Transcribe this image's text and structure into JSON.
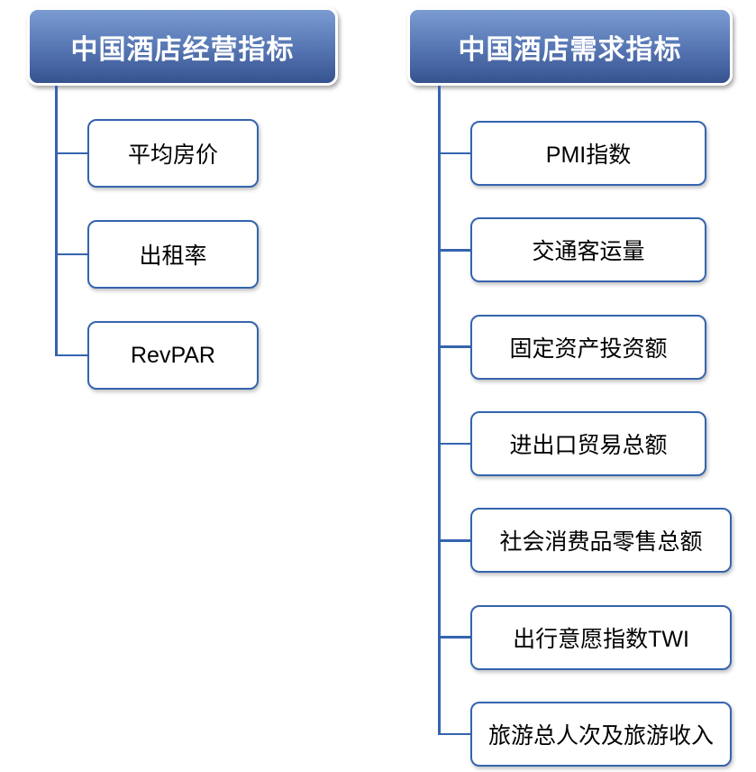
{
  "colors": {
    "page-bg": "#FFFFFF",
    "grad-top": "#7B9BD2",
    "grad-mid": "#5878B5",
    "grad-bottom": "#365390",
    "header-text": "#FFFFFF",
    "line": "#3564AE",
    "node-bg": "#FFFFFF",
    "node-text": "#000000"
  },
  "trees": [
    {
      "title": "中国酒店经营指标",
      "children": [
        {
          "label": "平均房价"
        },
        {
          "label": "出租率"
        },
        {
          "label": "RevPAR"
        }
      ]
    },
    {
      "title": "中国酒店需求指标",
      "children": [
        {
          "label": "PMI指数"
        },
        {
          "label": "交通客运量"
        },
        {
          "label": "固定资产投资额"
        },
        {
          "label": "进出口贸易总额"
        },
        {
          "label": "社会消费品零售总额"
        },
        {
          "label": "出行意愿指数TWI"
        },
        {
          "label": "旅游总人次及旅游收入"
        }
      ]
    }
  ]
}
